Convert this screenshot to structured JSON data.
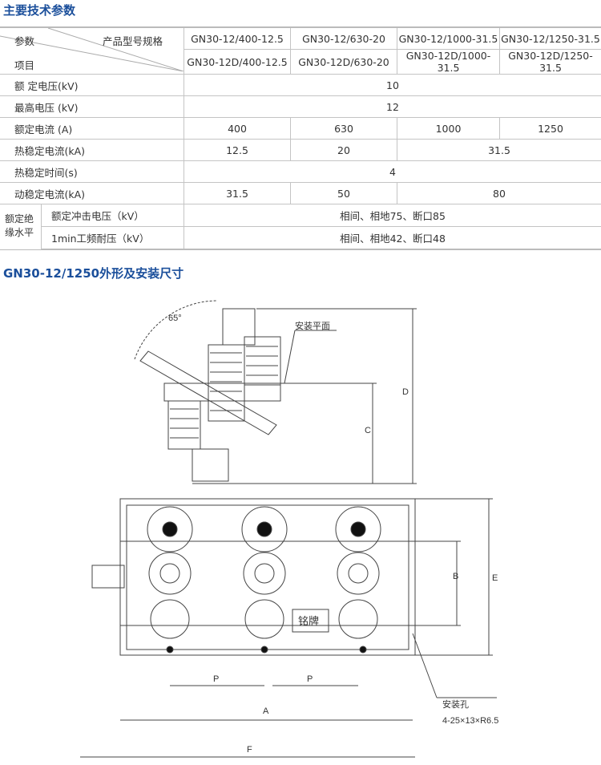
{
  "title": "主要技术参数",
  "table": {
    "corner": {
      "top": "参数",
      "spec": "产品型号规格",
      "bottom": "项目"
    },
    "models_row1": [
      "GN30-12/400-12.5",
      "GN30-12/630-20",
      "GN30-12/1000-31.5",
      "GN30-12/1250-31.5"
    ],
    "models_row2": [
      "GN30-12D/400-12.5",
      "GN30-12D/630-20",
      "GN30-12D/1000-31.5",
      "GN30-12D/1250-31.5"
    ],
    "rows": [
      {
        "label": "额 定电压(kV)",
        "value": "10"
      },
      {
        "label": "最高电压 (kV)",
        "value": "12"
      },
      {
        "label": "额定电流 (A)",
        "values": [
          "400",
          "630",
          "1000",
          "1250"
        ]
      },
      {
        "label": "热稳定电流(kA)",
        "values": [
          "12.5",
          "20",
          "31.5"
        ]
      },
      {
        "label": "热稳定时间(s)",
        "value": "4"
      },
      {
        "label": "动稳定电流(kA)",
        "values": [
          "31.5",
          "50",
          "80"
        ]
      }
    ],
    "insulation": {
      "group": "额定绝缘水平",
      "rows": [
        {
          "label": "额定冲击电压（kV）",
          "value": "相间、相地75、断口85"
        },
        {
          "label": "1min工频耐压（kV）",
          "value": "相间、相地42、断口48"
        }
      ]
    }
  },
  "drawing": {
    "title": "GN30-12/1250外形及安装尺寸",
    "angle": "65°",
    "mount_plane": "安装平面",
    "dims": {
      "D": "D",
      "C": "C",
      "B": "B",
      "E": "E",
      "P1": "P",
      "P2": "P",
      "A": "A",
      "F": "F"
    },
    "nameplate": "铭牌",
    "hole_label": "安装孔",
    "hole_spec": "4-25×13×R6.5"
  }
}
